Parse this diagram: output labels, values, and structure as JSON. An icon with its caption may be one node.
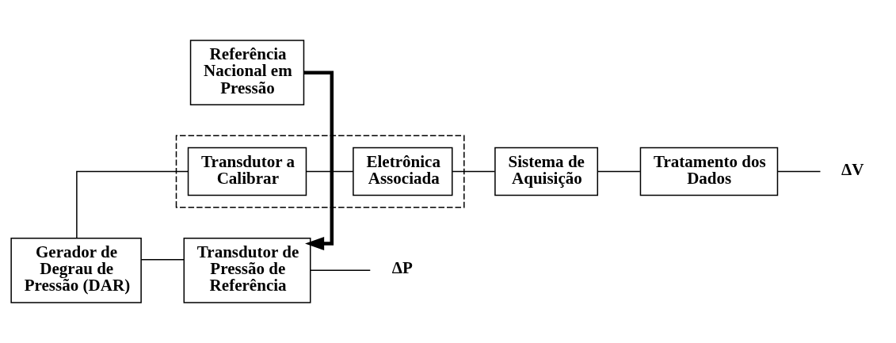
{
  "diagram": {
    "nodes": [
      {
        "text": [
          "Referência Nacional em Pressão"
        ]
      },
      {
        "text": [
          "Transdutor de Pressão de Referência"
        ]
      },
      {
        "text": [
          "ΔP"
        ]
      },
      {
        "text": [
          "Gerador de Degrau de Pressão (DAR)"
        ]
      },
      {
        "text": [],
        "shape": "box"
      },
      {
        "text": [
          "Transdutor a Calibrar"
        ],
        "in": 4
      },
      {
        "text": [
          "Eletrônica Associada"
        ],
        "in": 4
      },
      {
        "text": [
          "Sistema de Aquisição"
        ]
      },
      {
        "text": [
          "Tratamento dos Dados"
        ]
      },
      {
        "text": [
          "ΔV"
        ]
      }
    ],
    "edges": [
      {
        "from": 0,
        "to": 1,
        "arrow": "to",
        "style": "thick"
      },
      {
        "from": 1,
        "to": 2,
        "arrow": "none"
      },
      {
        "from": 3,
        "to": 1,
        "arrow": "none"
      },
      {
        "from": 3,
        "to": 5,
        "arrow": "none"
      },
      {
        "from": 5,
        "to": 6,
        "arrow": "none"
      },
      {
        "from": 6,
        "to": 7,
        "arrow": "none"
      },
      {
        "from": 7,
        "to": 8,
        "arrow": "none"
      },
      {
        "from": 8,
        "to": 9,
        "arrow": "none"
      }
    ]
  }
}
